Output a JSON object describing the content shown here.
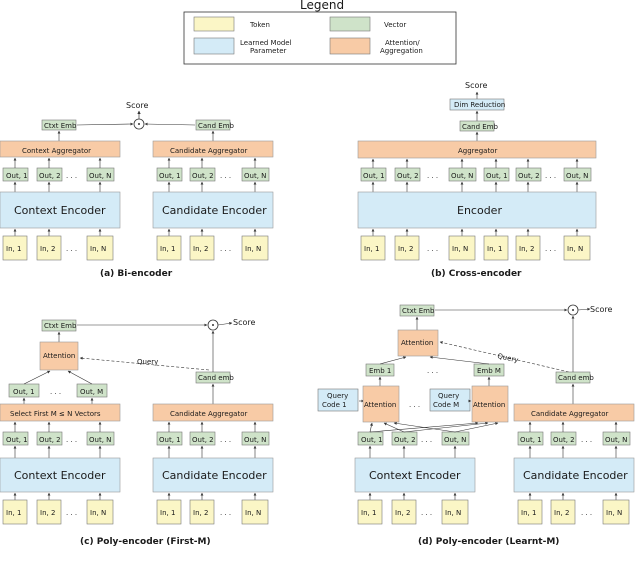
{
  "legend": {
    "title": "Legend",
    "items": [
      {
        "label": "Token",
        "color": "#fbf6c6"
      },
      {
        "label": "Vector",
        "color": "#cfe3c9"
      },
      {
        "label": "Learned Model Parameter",
        "color": "#d4ebf7"
      },
      {
        "label": "Attention/ Aggregation",
        "color": "#f8cba6"
      }
    ]
  },
  "colors": {
    "token": "#fbf6c6",
    "vector": "#cfe3c9",
    "param": "#d4ebf7",
    "agg": "#f8cba6"
  },
  "panel_a": {
    "caption": "(a) Bi-encoder",
    "score": "Score",
    "ctxt_emb": "Ctxt Emb",
    "cand_emb": "Cand Emb",
    "ctx_aggregator": "Context Aggregator",
    "cand_aggregator": "Candidate Aggregator",
    "ctx_outs": [
      "Out, 1",
      "Out, 2",
      "Out, N"
    ],
    "cand_outs": [
      "Out, 1",
      "Out, 2",
      "Out, N"
    ],
    "ctx_encoder": "Context Encoder",
    "cand_encoder": "Candidate Encoder",
    "ctx_ins": [
      "In, 1",
      "In, 2",
      "In, N"
    ],
    "cand_ins": [
      "In, 1",
      "In, 2",
      "In, N"
    ]
  },
  "panel_b": {
    "caption": "(b) Cross-encoder",
    "score": "Score",
    "dim_reduction": "Dim Reduction",
    "cand_emb": "Cand Emb",
    "aggregator": "Aggregator",
    "outs": [
      "Out, 1",
      "Out, 2",
      "Out, N",
      "Out, 1",
      "Out, 2",
      "Out, N"
    ],
    "encoder": "Encoder",
    "ins": [
      "In, 1",
      "In, 2",
      "In, N",
      "In, 1",
      "In, 2",
      "In, N"
    ]
  },
  "panel_c": {
    "caption": "(c) Poly-encoder (First-M)",
    "score": "Score",
    "ctxt_emb": "Ctxt Emb",
    "attention": "Attention",
    "query": "Query",
    "cand_emb": "Cand emb",
    "sel_outs": [
      "Out, 1",
      "Out, M"
    ],
    "select": "Select First M ≤ N Vectors",
    "cand_aggregator": "Candidate Aggregator",
    "ctx_outs": [
      "Out, 1",
      "Out, 2",
      "Out, N"
    ],
    "cand_outs": [
      "Out, 1",
      "Out, 2",
      "Out, N"
    ],
    "ctx_encoder": "Context Encoder",
    "cand_encoder": "Candidate Encoder",
    "ctx_ins": [
      "In, 1",
      "In, 2",
      "In, N"
    ],
    "cand_ins": [
      "In, 1",
      "In, 2",
      "In, N"
    ]
  },
  "panel_d": {
    "caption": "(d) Poly-encoder (Learnt-M)",
    "score": "Score",
    "ctxt_emb": "Ctxt Emb",
    "attention_top": "Attention",
    "query": "Query",
    "embs": [
      "Emb 1",
      "Emb M"
    ],
    "cand_emb": "Cand emb",
    "query_code1": "Query Code 1",
    "query_codem": "Query Code M",
    "attention_left": "Attention",
    "attention_right": "Attention",
    "cand_aggregator": "Candidate Aggregator",
    "ctx_outs": [
      "Out, 1",
      "Out, 2",
      "Out, N"
    ],
    "cand_outs": [
      "Out, 1",
      "Out, 2",
      "Out, N"
    ],
    "ctx_encoder": "Context Encoder",
    "cand_encoder": "Candidate Encoder",
    "ctx_ins": [
      "In, 1",
      "In, 2",
      "In, N"
    ],
    "cand_ins": [
      "In, 1",
      "In, 2",
      "In, N"
    ]
  }
}
